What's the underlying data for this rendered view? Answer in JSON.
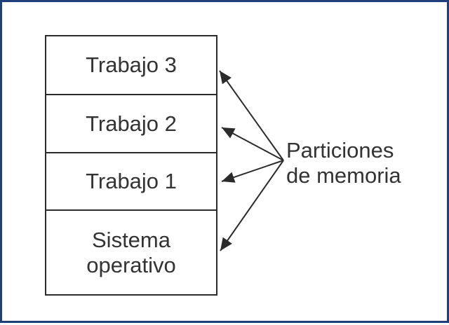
{
  "diagram": {
    "blocks": [
      {
        "label": "Trabajo 3"
      },
      {
        "label": "Trabajo 2"
      },
      {
        "label": "Trabajo 1"
      },
      {
        "label": "Sistema\noperativo"
      }
    ],
    "callout": {
      "line1": "Particiones",
      "line2": "de memoria"
    }
  },
  "colors": {
    "frame_border": "#1f3f7a",
    "box_border": "#2b2b2b",
    "text": "#333333",
    "arrow": "#2b2b2b"
  },
  "icons": [
    "arrow-icon"
  ]
}
